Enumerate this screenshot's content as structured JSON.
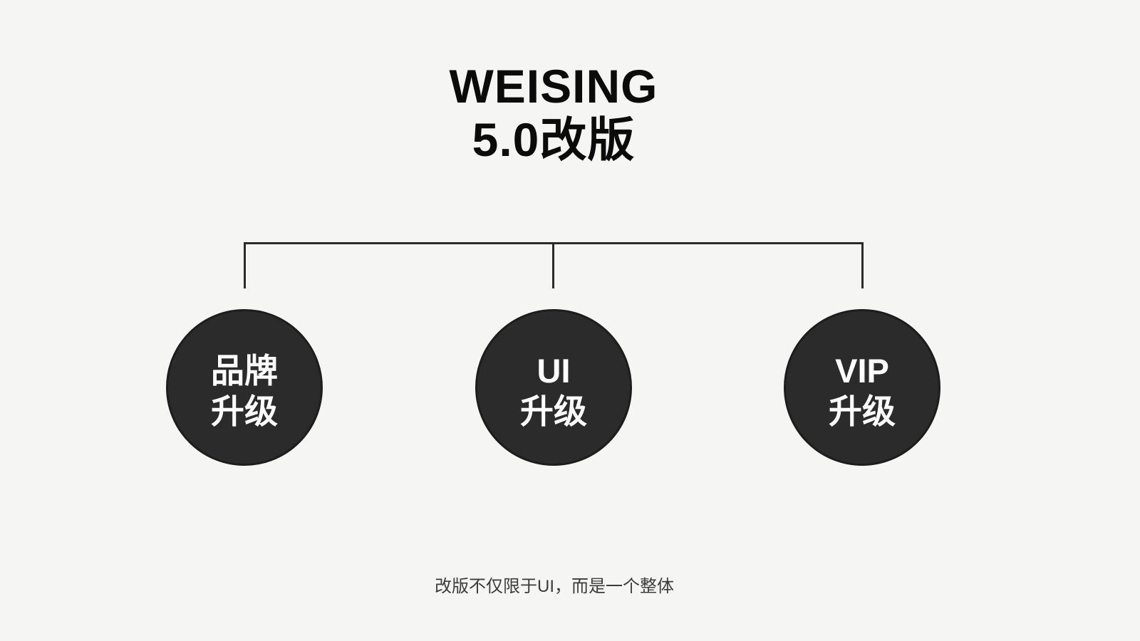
{
  "title": {
    "line1": "WEISING",
    "line2": "5.0改版"
  },
  "nodes": [
    {
      "id": "brand-upgrade",
      "line1": "品牌",
      "line2": "升级"
    },
    {
      "id": "ui-upgrade",
      "line1": "UI",
      "line2": "升级"
    },
    {
      "id": "vip-upgrade",
      "line1": "VIP",
      "line2": "升级"
    }
  ],
  "caption": "改版不仅限于UI，而是一个整体",
  "colors": {
    "background": "#f5f5f3",
    "node_fill": "#2b2b2b",
    "node_border": "#1d1d1d",
    "node_text": "#ffffff",
    "connector_line": "#2b2b2b",
    "title_text": "#0b0b0b",
    "caption_text": "#3c3c3c"
  }
}
